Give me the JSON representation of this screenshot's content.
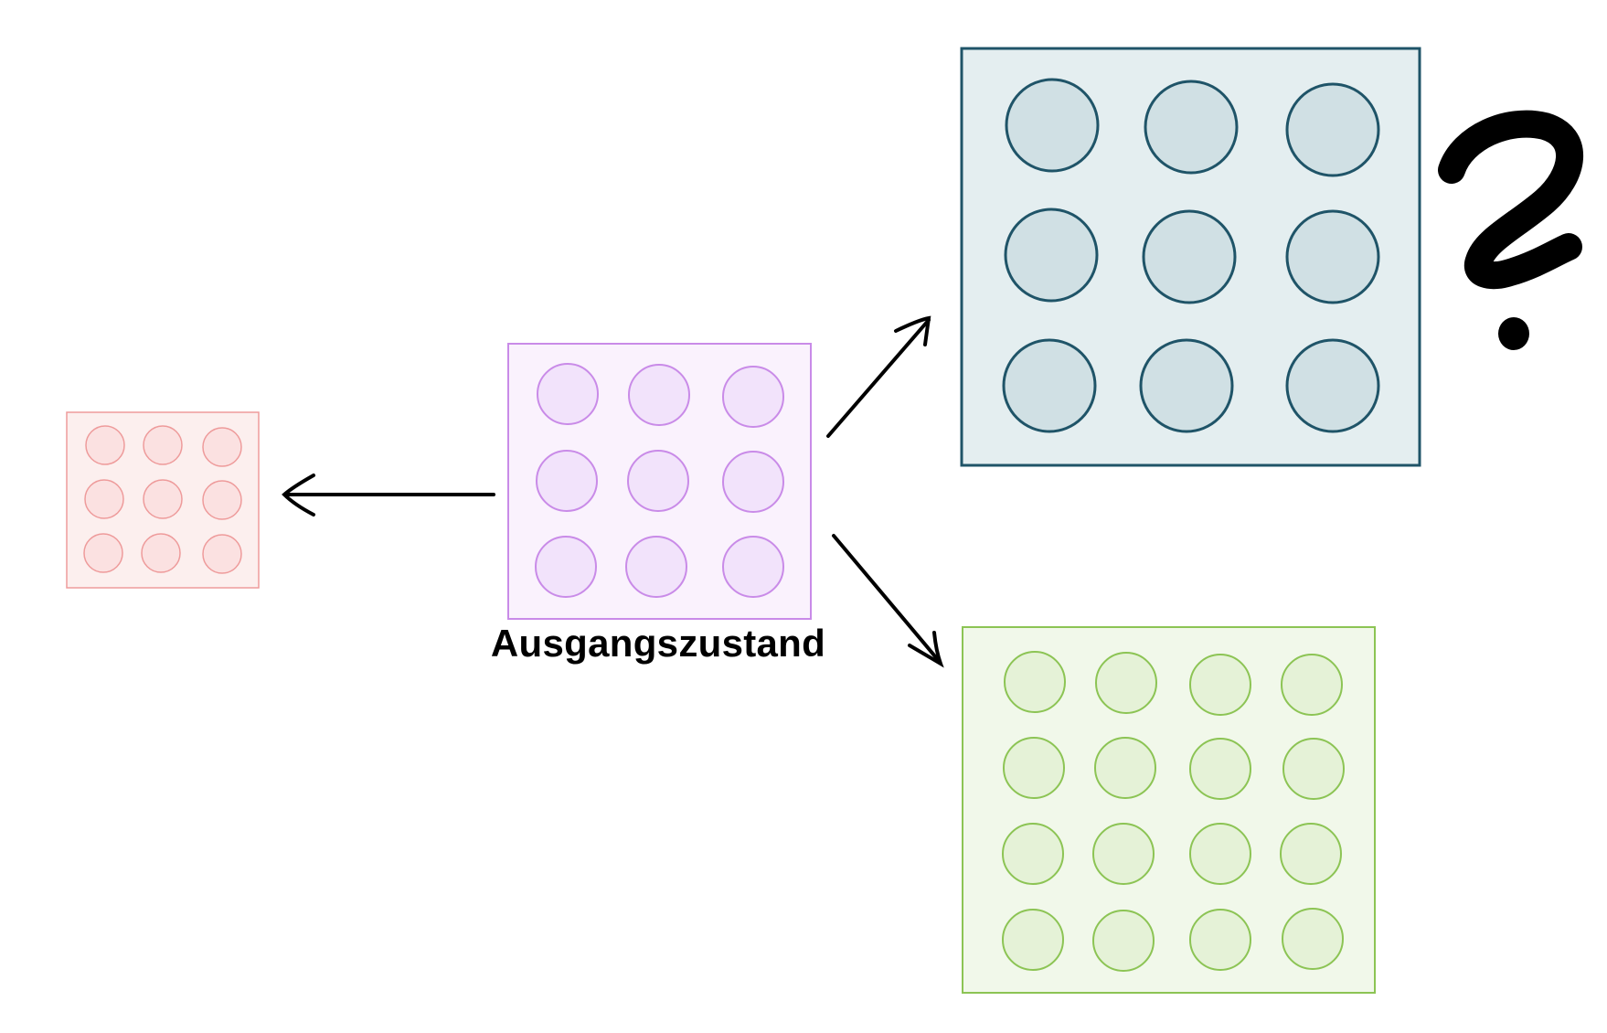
{
  "start_label": "Ausgangszustand",
  "grids": [
    {
      "id": "small-grid",
      "rows": 3,
      "cols": 3,
      "fill": "#fcefee",
      "stroke": "#ee9b9b",
      "circle_fill": "#fbe1e1"
    },
    {
      "id": "start-grid",
      "rows": 3,
      "cols": 3,
      "fill": "#faf2fd",
      "stroke": "#c98be8",
      "circle_fill": "#f2e3fb"
    },
    {
      "id": "question-grid",
      "rows": 3,
      "cols": 3,
      "fill": "#e4eef0",
      "stroke": "#1f5468",
      "circle_fill": "#d0e0e4"
    },
    {
      "id": "expanded-grid",
      "rows": 4,
      "cols": 4,
      "fill": "#f1f8ea",
      "stroke": "#8cc454",
      "circle_fill": "#e5f2d7"
    }
  ],
  "arrow_color": "#000000",
  "question_mark": "?"
}
